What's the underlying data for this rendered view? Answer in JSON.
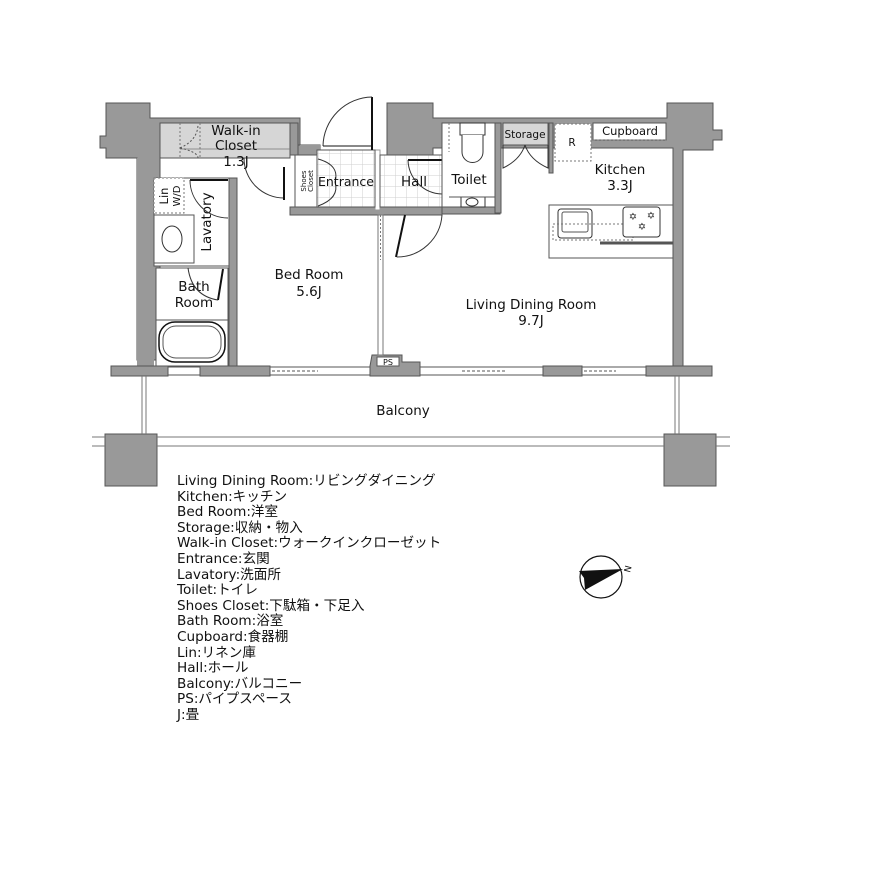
{
  "colors": {
    "wall": "#999999",
    "wall_stroke": "#555555",
    "closet_fill": "#d6d6d6",
    "tile_line": "#cfcfcf",
    "line": "#111111"
  },
  "rooms": {
    "walk_in_closet": {
      "name_line1": "Walk-in",
      "name_line2": "Closet",
      "size": "1.3J"
    },
    "shoes_closet": {
      "name_line1": "Shoes",
      "name_line2": "Closet"
    },
    "entrance": {
      "name": "Entrance"
    },
    "hall": {
      "name": "Hall"
    },
    "toilet": {
      "name": "Toilet"
    },
    "storage": {
      "name": "Storage"
    },
    "refrigerator": {
      "name": "R"
    },
    "cupboard": {
      "name": "Cupboard"
    },
    "kitchen": {
      "name": "Kitchen",
      "size": "3.3J"
    },
    "lin": {
      "name": "Lin"
    },
    "washer_dryer": {
      "name": "W/D"
    },
    "lavatory": {
      "name": "Lavatory"
    },
    "bath_room": {
      "name_line1": "Bath",
      "name_line2": "Room"
    },
    "bed_room": {
      "name": "Bed Room",
      "size": "5.6J"
    },
    "living_dining_room": {
      "name": "Living Dining Room",
      "size": "9.7J"
    },
    "pipe_space": {
      "name": "PS"
    },
    "balcony": {
      "name": "Balcony"
    }
  },
  "compass": {
    "label": "N"
  },
  "legend": [
    "Living Dining Room:リビングダイニング",
    "Kitchen:キッチン",
    "Bed Room:洋室",
    "Storage:収納・物入",
    "Walk-in Closet:ウォークインクローゼット",
    "Entrance:玄関",
    "Lavatory:洗面所",
    "Toilet:トイレ",
    "Shoes Closet:下駄箱・下足入",
    "Bath Room:浴室",
    "Cupboard:食器棚",
    "Lin:リネン庫",
    "Hall:ホール",
    "Balcony:バルコニー",
    "PS:パイプスペース",
    "J:畳"
  ]
}
